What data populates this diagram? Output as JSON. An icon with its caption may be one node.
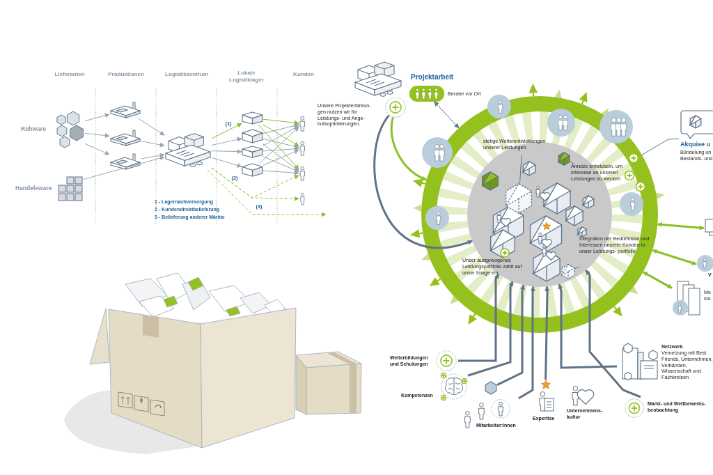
{
  "diagram": {
    "nodes": [
      {
        "text": [
          "Rohware"
        ]
      },
      {
        "text": [
          "Handelsware"
        ]
      },
      {
        "text": [],
        "shape": "picture"
      },
      {
        "text": [],
        "shape": "picture"
      },
      {
        "text": [],
        "shape": "picture"
      },
      {
        "text": [],
        "shape": "picture"
      },
      {
        "text": [],
        "shape": "box"
      },
      {
        "text": [],
        "shape": "box"
      },
      {
        "text": [],
        "shape": "box"
      },
      {
        "text": [],
        "shape": "box"
      },
      {
        "text": [],
        "shape": "person"
      },
      {
        "text": [],
        "shape": "person"
      },
      {
        "text": [],
        "shape": "person"
      },
      {
        "text": [],
        "shape": "person"
      },
      {
        "text": [],
        "shape": "box",
        "beside": [
          "Berater vor Ort"
        ]
      },
      {
        "text": [],
        "shape": "circle"
      },
      {
        "text": [],
        "shape": "circle"
      },
      {
        "text": [],
        "shape": "circle",
        "in": 16
      },
      {
        "text": [
          "stetige Weiterentwicklungen unserer Leistungen"
        ],
        "in": 16
      },
      {
        "text": [
          "Anreize entwickeln, um Interesse an unseren Leistungen zu wecken"
        ],
        "in": 16
      },
      {
        "text": [
          "Integration der Bedürfnisse und Interessen unserer Kunden in unser Leistungs- portfolio"
        ],
        "in": 16
      },
      {
        "text": [
          "Unser ausgewogenes Leistungsportfolio zahlt auf unser Image ein"
        ],
        "in": 16
      },
      {
        "text": [
          "Akquise u",
          "Bündelung un Bestands- und"
        ]
      },
      {
        "text": [],
        "shape": "picture"
      },
      {
        "text": [
          "V"
        ]
      },
      {
        "text": [
          "Me sto"
        ]
      },
      {
        "text": [
          "Weiterbildungen und Schulungen"
        ]
      },
      {
        "text": [
          "Kompetenzen"
        ]
      },
      {
        "text": [],
        "shape": "hexagon"
      },
      {
        "text": [
          "Mitarbeiter:innen"
        ]
      },
      {
        "text": [
          "Expertise"
        ]
      },
      {
        "text": [
          "Unternehmens- kultur"
        ]
      },
      {
        "text": [
          "Netzwerk",
          "Vernetzung mit Best Friends, Unternehmen, Verbänden, Wissenschaft und Fachkreisen"
        ]
      },
      {
        "text": [
          "Markt- und Wettbewerbs- beobachtung"
        ]
      },
      {
        "text": [],
        "shape": "hexagon",
        "in": 17
      },
      {
        "text": [],
        "shape": "hexagon",
        "in": 17
      },
      {
        "text": [],
        "shape": "hexagon",
        "in": 17
      }
    ],
    "edges": [
      {
        "from": 0,
        "to": 2,
        "arrow": "to"
      },
      {
        "from": 0,
        "to": 3,
        "arrow": "to"
      },
      {
        "from": 0,
        "to": 4,
        "arrow": "to"
      },
      {
        "from": 1,
        "to": 5,
        "arrow": "to"
      },
      {
        "from": 2,
        "to": 5,
        "arrow": "to"
      },
      {
        "from": 3,
        "to": 5,
        "arrow": "to"
      },
      {
        "from": 4,
        "to": 5,
        "arrow": "to"
      },
      {
        "from": 5,
        "to": 6,
        "arrow": "to",
        "label": "(1)",
        "color": "#8cbf26"
      },
      {
        "from": 5,
        "to": 7,
        "arrow": "to"
      },
      {
        "from": 5,
        "to": 8,
        "arrow": "to"
      },
      {
        "from": 5,
        "to": 9,
        "arrow": "to"
      },
      {
        "from": 6,
        "to": 10,
        "arrow": "to",
        "color": "#8cbf26"
      },
      {
        "from": 6,
        "to": 11,
        "arrow": "to",
        "color": "#8cbf26"
      },
      {
        "from": 6,
        "to": 12,
        "arrow": "to",
        "color": "#8cbf26"
      },
      {
        "from": 7,
        "to": 10,
        "arrow": "to"
      },
      {
        "from": 7,
        "to": 11,
        "arrow": "to"
      },
      {
        "from": 7,
        "to": 12,
        "arrow": "to"
      },
      {
        "from": 8,
        "to": 10,
        "arrow": "to"
      },
      {
        "from": 8,
        "to": 11,
        "arrow": "to"
      },
      {
        "from": 8,
        "to": 12,
        "arrow": "to"
      },
      {
        "from": 9,
        "to": 10,
        "arrow": "to"
      },
      {
        "from": 9,
        "to": 11,
        "arrow": "to"
      },
      {
        "from": 9,
        "to": 12,
        "arrow": "to"
      },
      {
        "from": 5,
        "to": 12,
        "arrow": "to",
        "label": "(2)",
        "style": "dashed",
        "color": "#8cbf26"
      },
      {
        "from": 5,
        "to": 13,
        "arrow": "to",
        "style": "dashed",
        "color": "#8cbf26"
      },
      {
        "from": 5,
        "to": null,
        "arrow": "to",
        "label": "(3)",
        "style": "dashed",
        "color": "#8cbf26"
      },
      {
        "from": 14,
        "to": 16,
        "arrow": "both",
        "color": "#5f7388"
      },
      {
        "from": 15,
        "to": 16,
        "arrow": "to",
        "style": "thick",
        "color": "#8cbf26"
      },
      {
        "from": 15,
        "to": 17,
        "arrow": "to",
        "style": "thick",
        "color": "#5f7388"
      },
      {
        "from": 18,
        "to": 34,
        "arrow": "none",
        "color": "#5f7388"
      },
      {
        "from": 19,
        "to": 35,
        "arrow": "none",
        "color": "#5f7388"
      },
      {
        "from": 20,
        "to": 36,
        "arrow": "none",
        "color": "#5f7388"
      },
      {
        "from": 16,
        "to": 22,
        "arrow": "none",
        "color": "#5f7388"
      },
      {
        "from": 16,
        "to": 23,
        "arrow": "both",
        "style": "thick",
        "color": "#8cbf26"
      },
      {
        "from": 16,
        "to": 24,
        "arrow": "both",
        "style": "thick",
        "color": "#8cbf26"
      },
      {
        "from": 16,
        "to": 25,
        "arrow": "both",
        "style": "thick",
        "color": "#8cbf26"
      },
      {
        "from": 26,
        "to": 17,
        "arrow": "to",
        "style": "thick",
        "color": "#5f7388"
      },
      {
        "from": 27,
        "to": 17,
        "arrow": "to",
        "style": "thick",
        "color": "#5f7388"
      },
      {
        "from": 28,
        "to": 17,
        "arrow": "to",
        "style": "thick",
        "color": "#5f7388"
      },
      {
        "from": 29,
        "to": 17,
        "arrow": "to",
        "style": "thick",
        "color": "#5f7388"
      },
      {
        "from": 30,
        "to": 17,
        "arrow": "to",
        "style": "thick",
        "color": "#5f7388"
      },
      {
        "from": 32,
        "to": 17,
        "arrow": "to",
        "style": "thick",
        "color": "#5f7388"
      },
      {
        "from": 33,
        "to": 17,
        "arrow": "to",
        "style": "thick",
        "color": "#5f7388"
      }
    ],
    "labels": [
      "Lieferanten",
      "Produktionen",
      "Logistikzentrum",
      "Lokale Logistiklager",
      "Kunden",
      "1 - Lagernachversorgung",
      "2 - Kundendirektbelieferung",
      "3 - Belieferung anderer Märkte",
      "Projektarbeit",
      "Unsere Projekterfahrun- gen nutzen wir für Leistungs- und Ange- botsoptimierungen."
    ]
  }
}
